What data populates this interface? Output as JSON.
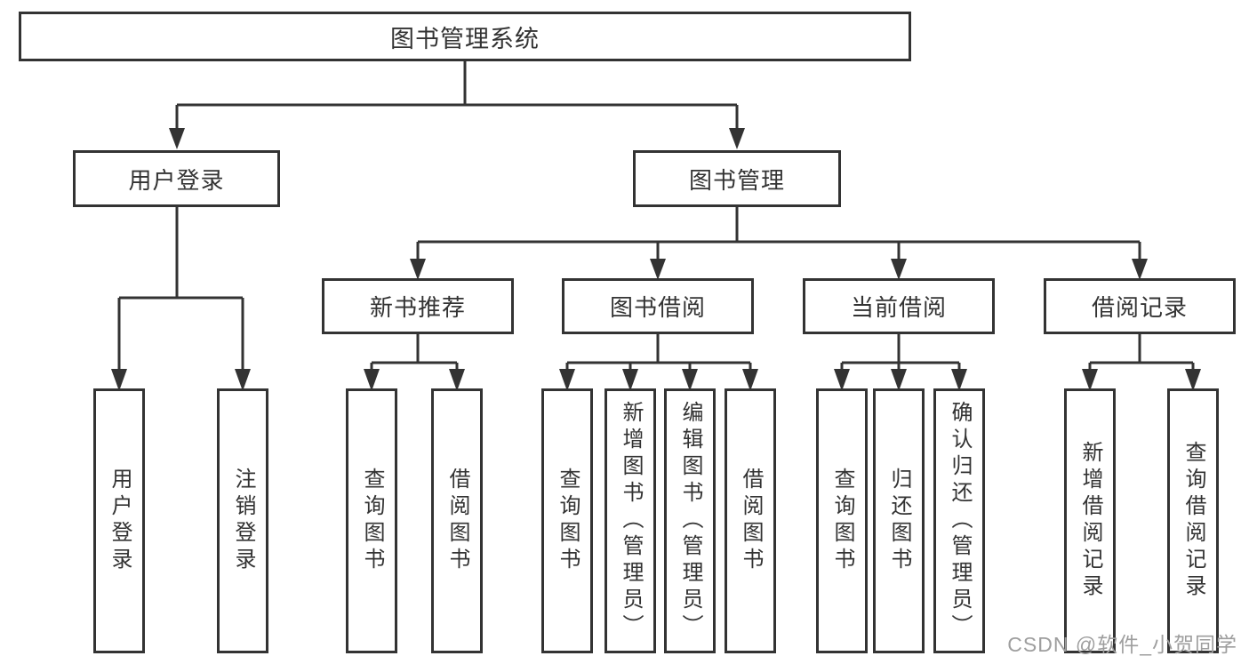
{
  "diagram": {
    "title": "图书管理系统",
    "root": {
      "label": "图书管理系统",
      "children": [
        {
          "label": "用户登录",
          "children": [
            {
              "label": "用户登录"
            },
            {
              "label": "注销登录"
            }
          ]
        },
        {
          "label": "图书管理",
          "children": [
            {
              "label": "新书推荐",
              "children": [
                {
                  "label": "查询图书"
                },
                {
                  "label": "借阅图书"
                }
              ]
            },
            {
              "label": "图书借阅",
              "children": [
                {
                  "label": "查询图书"
                },
                {
                  "label": "新增图书（管理员）"
                },
                {
                  "label": "编辑图书（管理员）"
                },
                {
                  "label": "借阅图书"
                }
              ]
            },
            {
              "label": "当前借阅",
              "children": [
                {
                  "label": "查询图书"
                },
                {
                  "label": "归还图书"
                },
                {
                  "label": "确认归还（管理员）"
                }
              ]
            },
            {
              "label": "借阅记录",
              "children": [
                {
                  "label": "新增借阅记录"
                },
                {
                  "label": "查询借阅记录"
                }
              ]
            }
          ]
        }
      ]
    }
  },
  "watermark": {
    "text": "CSDN @软件_小贺同学"
  },
  "colors": {
    "line": "#333333",
    "text": "#333333",
    "box_background": "#ffffff",
    "watermark_gray": "#9e9e9e",
    "page_background": "#ffffff"
  }
}
